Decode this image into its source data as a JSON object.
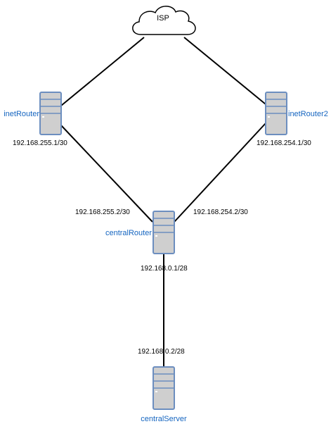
{
  "cloud": {
    "label": "ISP"
  },
  "nodes": {
    "inetRouter": {
      "label": "inetRouter"
    },
    "inetRouter2": {
      "label": "inetRouter2"
    },
    "centralRouter": {
      "label": "centralRouter"
    },
    "centralServer": {
      "label": "centralServer"
    }
  },
  "addresses": {
    "inetRouter_lan": "192.168.255.1/30",
    "inetRouter2_lan": "192.168.254.1/30",
    "centralRouter_to_inet": "192.168.255.2/30",
    "centralRouter_to_inet2": "192.168.254.2/30",
    "centralRouter_lan": "192.168.0.1/28",
    "centralServer_lan": "192.168.0.2/28"
  },
  "colors": {
    "node_label": "#1565c0",
    "server_fill": "#cfcfcf",
    "server_stroke": "#6c8ebf",
    "link": "#000000"
  }
}
